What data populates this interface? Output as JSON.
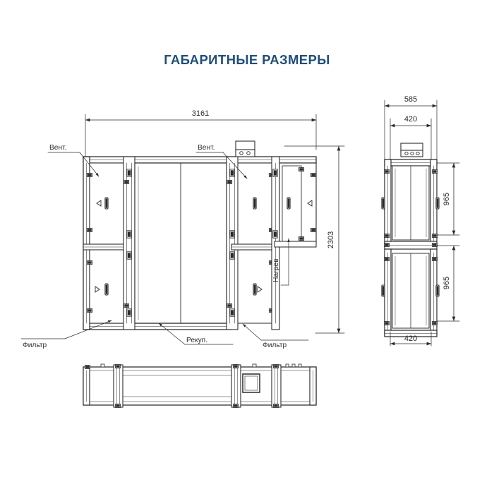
{
  "page": {
    "title": "ГАБАРИТНЫЕ РАЗМЕРЫ",
    "title_color": "#1F4E79",
    "background_color": "#FFFFFF",
    "line_color": "#2B2B2B"
  },
  "views": {
    "front": {
      "name": "front-elevation",
      "dimensions": {
        "width": "3161",
        "height": "2303"
      },
      "callouts": {
        "vent_left": "Вент.",
        "vent_right": "Вент.",
        "filter_left": "Фильтр",
        "filter_right": "Фильтр",
        "recuperator": "Рекуп.",
        "heater": "Нагрев"
      }
    },
    "side": {
      "name": "side-elevation",
      "dimensions": {
        "overall_width": "585",
        "body_width_top": "420",
        "body_width_bottom": "420",
        "section_upper": "965",
        "section_lower": "965"
      }
    },
    "plan": {
      "name": "plan-view",
      "dimensions": {}
    }
  }
}
